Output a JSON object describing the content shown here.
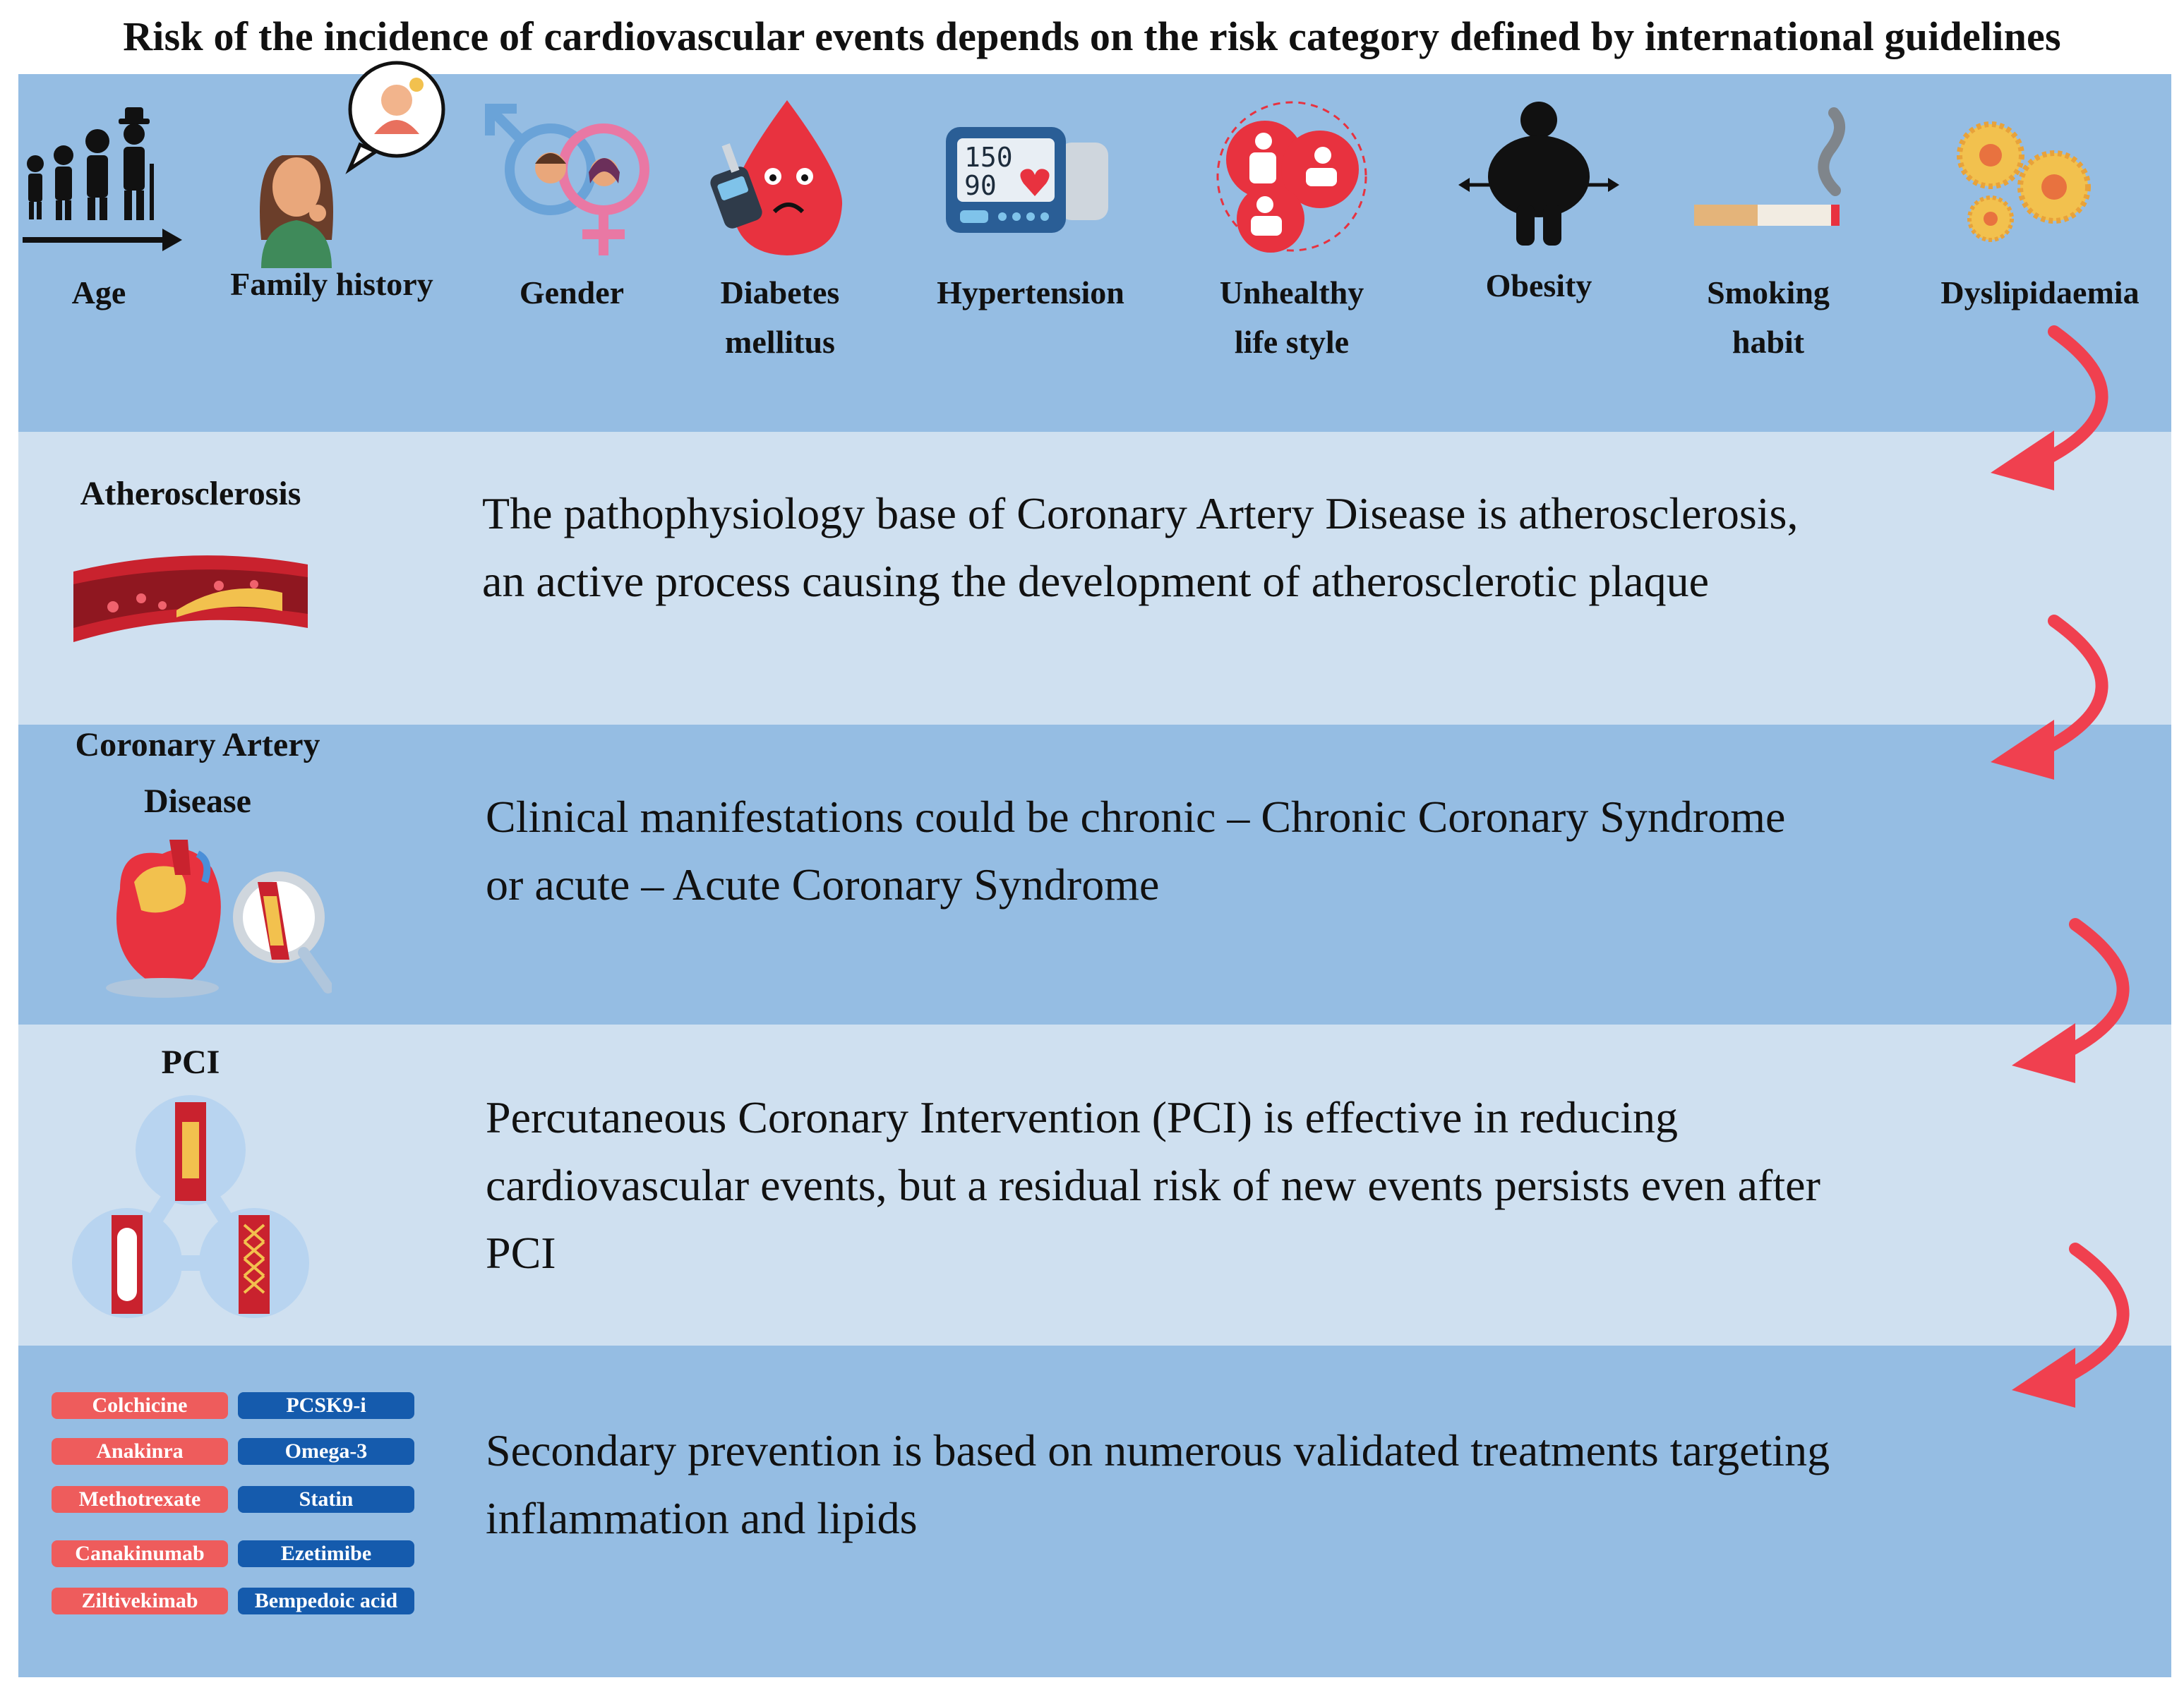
{
  "title": "Risk of the incidence of cardiovascular events depends on the risk category defined by international guidelines",
  "risk_factors": [
    {
      "lines": [
        "Age"
      ],
      "icon": "age-progression-icon"
    },
    {
      "lines": [
        "Family history"
      ],
      "icon": "family-history-icon"
    },
    {
      "lines": [
        "Gender"
      ],
      "icon": "gender-icon"
    },
    {
      "lines": [
        "Diabetes",
        "mellitus"
      ],
      "icon": "blood-drop-glucometer-icon"
    },
    {
      "lines": [
        "Hypertension"
      ],
      "icon": "blood-pressure-monitor-icon"
    },
    {
      "lines": [
        "Unhealthy",
        "life style"
      ],
      "icon": "sedentary-lifestyle-icon"
    },
    {
      "lines": [
        "Obesity"
      ],
      "icon": "obesity-icon"
    },
    {
      "lines": [
        "Smoking",
        "habit"
      ],
      "icon": "cigarette-icon"
    },
    {
      "lines": [
        "Dyslipidaemia"
      ],
      "icon": "lipid-cells-icon"
    }
  ],
  "stages": {
    "atherosclerosis": {
      "label": "Atherosclerosis",
      "text1": "The pathophysiology base of Coronary Artery Disease is atherosclerosis,",
      "text2": "an active process causing the development of atherosclerotic plaque",
      "icon": "artery-plaque-icon"
    },
    "cad": {
      "label1": "Coronary Artery",
      "label2": "Disease",
      "text1": "Clinical manifestations could be chronic – Chronic Coronary Syndrome",
      "text2": "or acute – Acute Coronary Syndrome",
      "icon": "heart-magnifier-icon"
    },
    "pci": {
      "label": "PCI",
      "text1": "Percutaneous Coronary Intervention (PCI) is effective in reducing",
      "text2": "cardiovascular events, but a residual risk of new events persists even after",
      "text3": "PCI",
      "icon": "stent-procedure-icon"
    },
    "prevention": {
      "text1": "Secondary prevention is based on numerous validated treatments targeting",
      "text2": "inflammation and lipids"
    }
  },
  "treatments": {
    "inflammation": [
      "Colchicine",
      "Anakinra",
      "Methotrexate",
      "Canakinumab",
      "Ziltivekimab"
    ],
    "lipids": [
      "PCSK9-i",
      "Omega-3",
      "Statin",
      "Ezetimibe",
      "Bempedoic acid"
    ]
  },
  "colors": {
    "band_dark": "#95bde3",
    "band_light": "#cfe0f0",
    "arrow": "#f0404f",
    "pill_red": "#ee5c5c",
    "pill_blue": "#155bad"
  }
}
